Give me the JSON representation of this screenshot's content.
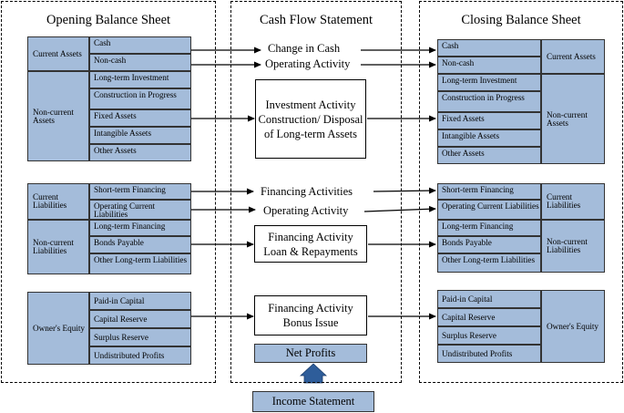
{
  "titles": {
    "opening": "Opening Balance Sheet",
    "cashflow": "Cash Flow Statement",
    "closing": "Closing Balance Sheet"
  },
  "groups": {
    "current_assets": "Current Assets",
    "noncurrent_assets": "Non-current Assets",
    "current_liabilities": "Current Liabilities",
    "noncurrent_liabilities": "Non-current Liabilities",
    "owners_equity": "Owner's Equity"
  },
  "items": {
    "cash": "Cash",
    "noncash": "Non-cash",
    "long_term_investment": "Long-term Investment",
    "construction_in_progress": "Construction in Progress",
    "fixed_assets": "Fixed Assets",
    "intangible_assets": "Intangible Assets",
    "other_assets": "Other Assets",
    "short_term_financing": "Short-term Financing",
    "operating_current_liabilities": "Operating Current Liabilities",
    "long_term_financing": "Long-term Financing",
    "bonds_payable": "Bonds Payable",
    "other_long_term_liabilities": "Other Long-term Liabilities",
    "paid_in_capital": "Paid-in Capital",
    "capital_reserve": "Capital Reserve",
    "surplus_reserve": "Surplus Reserve",
    "undistributed_profits": "Undistributed Profits"
  },
  "cashflow": {
    "change_in_cash": "Change in Cash",
    "operating_activity": "Operating Activity",
    "investment_activity": [
      "Investment Activity",
      "Construction/ Disposal",
      "of Long-term Assets"
    ],
    "financing_activities": "Financing Activities",
    "financing_loan": [
      "Financing Activity",
      "Loan & Repayments"
    ],
    "financing_bonus": [
      "Financing Activity",
      "Bonus Issue"
    ],
    "net_profits": "Net Profits"
  },
  "income_statement": "Income Statement",
  "colors": {
    "cell_fill": "#a4bcda",
    "arrow_fill": "#2e5d9a",
    "line": "#000000"
  }
}
